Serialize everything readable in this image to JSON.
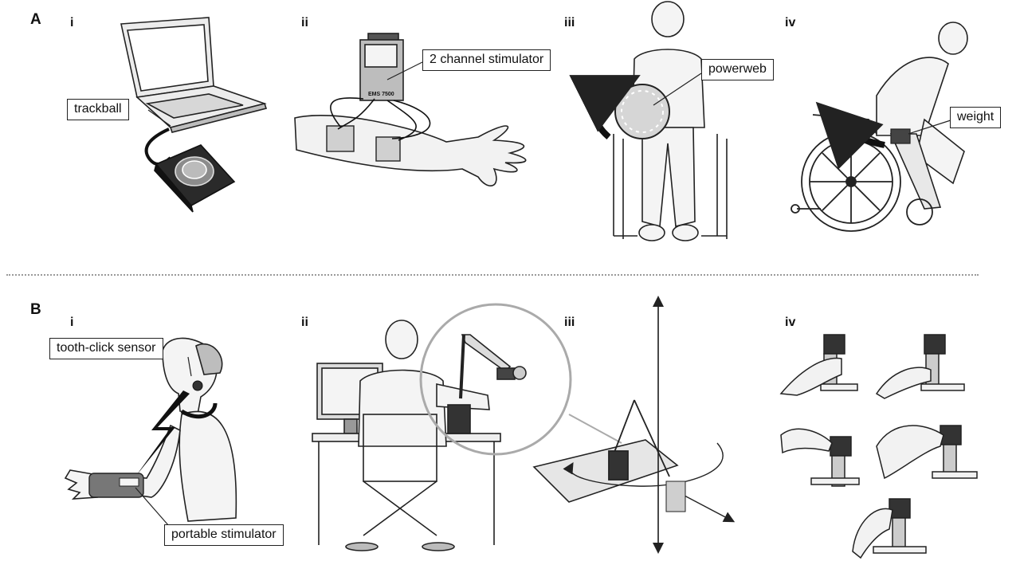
{
  "panels": {
    "A": "A",
    "B": "B"
  },
  "subpanels": {
    "a_i": "i",
    "a_ii": "ii",
    "a_iii": "iii",
    "a_iv": "iv",
    "b_i": "i",
    "b_ii": "ii",
    "b_iii": "iii",
    "b_iv": "iv"
  },
  "labels": {
    "trackball": "trackball",
    "stimulator2ch": "2 channel stimulator",
    "device_text": "EMS 7500",
    "powerweb": "powerweb",
    "weight": "weight",
    "tooth_click": "tooth-click sensor",
    "portable_stim": "portable stimulator"
  },
  "colors": {
    "line": "#222222",
    "fill_light": "#e6e6e6",
    "fill_mid": "#9a9a9a",
    "fill_dark": "#2a2a2a",
    "divider": "#9a9a9a"
  }
}
